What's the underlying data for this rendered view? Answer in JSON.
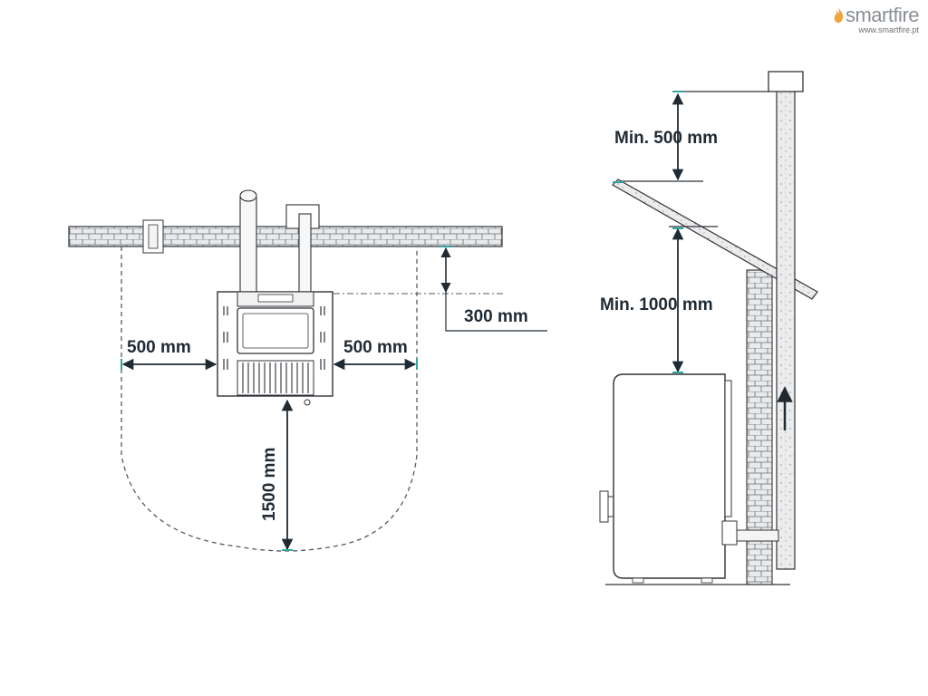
{
  "brand": {
    "name": "smartfire",
    "url": "www.smartfire.pt"
  },
  "top_view": {
    "side_left": "500 mm",
    "side_right": "500 mm",
    "rear": "300 mm",
    "front": "1500 mm"
  },
  "side_view": {
    "above_roof": "Min. 500 mm",
    "below_roof": "Min. 1000 mm"
  },
  "colors": {
    "line": "#2f3338",
    "brick_fill": "#e9eaeb",
    "dash": "#555b60",
    "accent": "#2fa7a0"
  }
}
